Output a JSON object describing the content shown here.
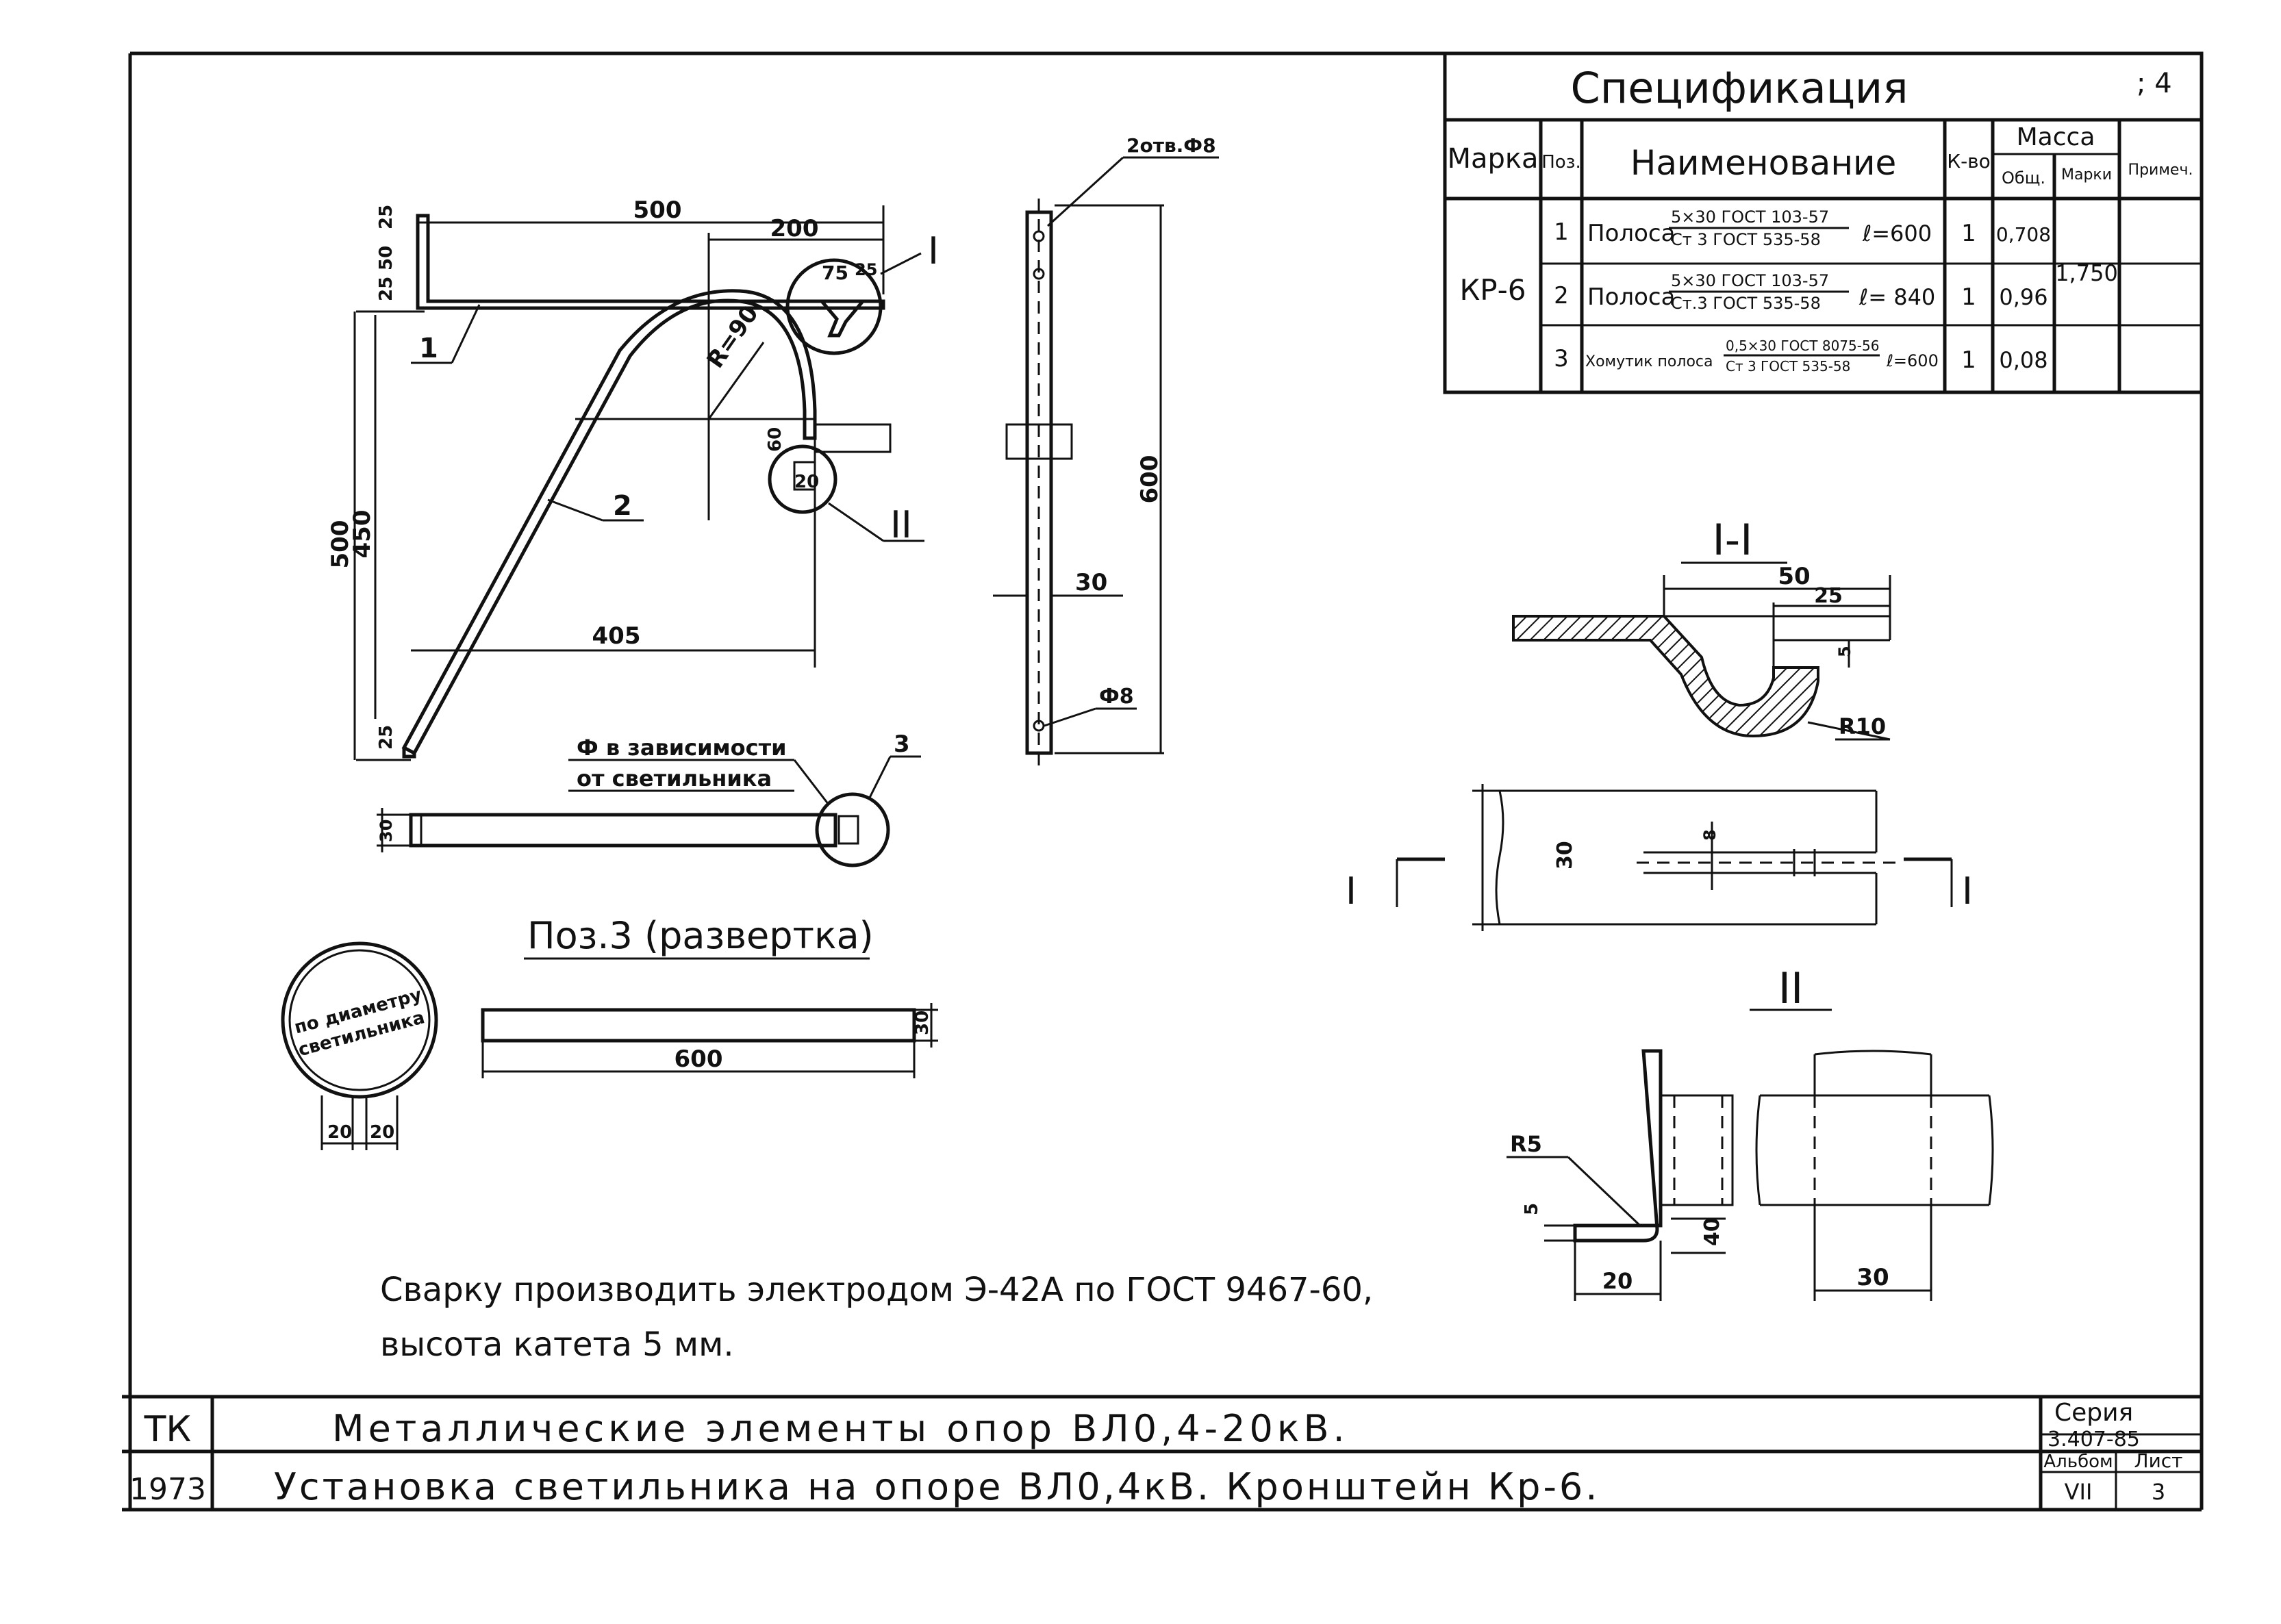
{
  "spec": {
    "title": "Спецификация",
    "corner_mark": "; 4",
    "headers": {
      "mark": "Марка",
      "pos": "Поз.",
      "name": "Наименование",
      "qty": "К-во",
      "mass": "Масса",
      "mass_total": "Общ.",
      "mass_mark": "Марки",
      "note": "Примеч."
    },
    "mark_value": "КР-6",
    "mass_mark_value": "1,750",
    "rows": [
      {
        "pos": "1",
        "name": "Полоса",
        "spec_top": "5×30  ГОСТ 103-57",
        "spec_bottom": "Ст 3  ГОСТ 535-58",
        "length": "ℓ=600",
        "qty": "1",
        "mass": "0,708"
      },
      {
        "pos": "2",
        "name": "Полоса",
        "spec_top": "5×30  ГОСТ 103-57",
        "spec_bottom": "Ст.3  ГОСТ 535-58",
        "length": "ℓ= 840",
        "qty": "1",
        "mass": "0,96"
      },
      {
        "pos": "3",
        "name": "Хомутик полоса",
        "spec_top": "0,5×30 ГОСТ 8075-56",
        "spec_bottom": "Ст 3 ГОСТ 535-58",
        "length": "ℓ=600",
        "qty": "1",
        "mass": "0,08"
      }
    ]
  },
  "main_view": {
    "dims": {
      "top_width": "500",
      "top_right": "200",
      "d25_top": "25",
      "d50": "50",
      "d25_left": "25",
      "d75": "75",
      "d25_small": "25",
      "radius": "R=90",
      "height_500": "500",
      "height_450": "450",
      "base_405": "405",
      "d25_bottom": "25",
      "d60": "60",
      "d20": "20"
    },
    "leaders": {
      "pos1": "1",
      "pos2": "2",
      "detail_1": "I",
      "detail_2": "II"
    }
  },
  "side_view": {
    "hole_label": "2отв.Ф8",
    "height": "600",
    "width": "30",
    "hole_dia": "Ф8"
  },
  "clamp_view": {
    "note_line1": "Ф в зависимости",
    "note_line2": "от светильника",
    "pos3": "3",
    "width": "30"
  },
  "development": {
    "title": "Поз.3 (развертка)",
    "length": "600",
    "width": "30",
    "ring_line1": "по диаметру",
    "ring_line2": "светильника",
    "tab_left": "20",
    "tab_right": "20"
  },
  "section_1": {
    "title": "I-I",
    "d50": "50",
    "d25": "25",
    "d5": "5",
    "radius": "R10",
    "plan_width": "30",
    "plan_slot": "8",
    "cut_left": "I",
    "cut_right": "I"
  },
  "detail_2": {
    "title": "II",
    "radius": "R5",
    "d5": "5",
    "d40": "40",
    "d20": "20",
    "d30": "30"
  },
  "note": {
    "line1": "Сварку производить электродом Э-42А по ГОСТ 9467-60,",
    "line2": "высота катета 5 мм."
  },
  "title_block": {
    "code": "ТК",
    "year": "1973",
    "line1": "Металлические элементы опор ВЛ0,4-20кВ.",
    "line2": "Установка светильника на опоре ВЛ0,4кВ. Кронштейн Кр-6.",
    "series_label": "Серия",
    "series_value": "3.407-85",
    "album_label": "Альбом",
    "sheet_label": "Лист",
    "album_value": "VII",
    "sheet_value": "3"
  }
}
